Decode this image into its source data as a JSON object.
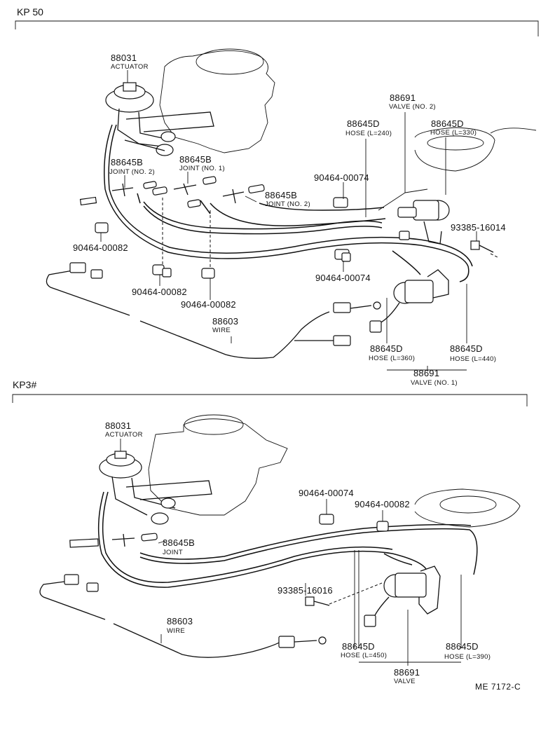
{
  "sections": {
    "top": {
      "title": "KP 50"
    },
    "bottom": {
      "title": "KP3#"
    }
  },
  "top_labels": {
    "actuator_pn": "88031",
    "actuator_name": "ACTUATOR",
    "valve2_pn": "88691",
    "valve2_name": "VALVE (NO. 2)",
    "hose240_pn": "88645D",
    "hose240_name": "HOSE (L=240)",
    "hose330_pn": "88645D",
    "hose330_name": "HOSE (L=330)",
    "joint2a_pn": "88645B",
    "joint2a_name": "JOINT (NO. 2)",
    "joint1_pn": "88645B",
    "joint1_name": "JOINT (NO. 1)",
    "clip_upper": "90464-00074",
    "joint2b_pn": "88645B",
    "joint2b_name": "JOINT (NO. 2)",
    "bolt": "93385-16014",
    "clip_left": "90464-00082",
    "clip_mid": "90464-00074",
    "clip_low1": "90464-00082",
    "clip_low2": "90464-00082",
    "wire_pn": "88603",
    "wire_name": "WIRE",
    "hose360_pn": "88645D",
    "hose360_name": "HOSE (L=360)",
    "hose440_pn": "88645D",
    "hose440_name": "HOSE (L=440)",
    "valve1_pn": "88691",
    "valve1_name": "VALVE (NO. 1)"
  },
  "bottom_labels": {
    "actuator_pn": "88031",
    "actuator_name": "ACTUATOR",
    "clip_a": "90464-00074",
    "clip_b": "90464-00082",
    "joint_pn": "88645B",
    "joint_name": "JOINT",
    "bolt": "93385-16016",
    "wire_pn": "88603",
    "wire_name": "WIRE",
    "hose450_pn": "88645D",
    "hose450_name": "HOSE (L=450)",
    "hose390_pn": "88645D",
    "hose390_name": "HOSE (L=390)",
    "valve_pn": "88691",
    "valve_name": "VALVE"
  },
  "reference": "ME 7172-C"
}
